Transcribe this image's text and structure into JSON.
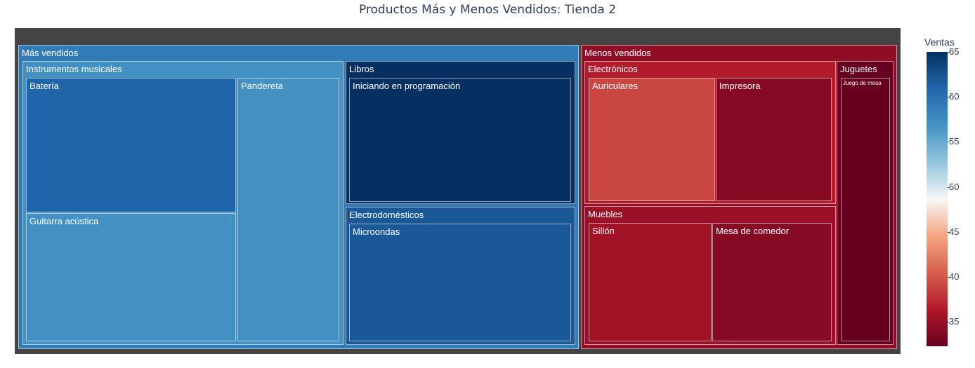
{
  "chart_data": {
    "type": "treemap",
    "title": "Productos Más y Menos Vendidos: Tienda 2",
    "colorbar": {
      "title": "Ventas",
      "min": 32.3,
      "max": 65,
      "ticks": [
        35,
        40,
        45,
        50,
        55,
        60,
        65
      ],
      "colorscale": [
        "#053061",
        "#2166ac",
        "#4393c3",
        "#92c5de",
        "#f7f7f7",
        "#f4a582",
        "#d6604d",
        "#b2182b",
        "#67001f"
      ]
    },
    "groups": [
      {
        "label": "Más vendidos",
        "color": 59,
        "children": [
          {
            "label": "Instrumentos musicales",
            "color": 57,
            "children": [
              {
                "label": "Batería",
                "value": 61,
                "color": 61
              },
              {
                "label": "Guitarra acústica",
                "value": 58,
                "color": 57
              },
              {
                "label": "Pandereta",
                "value": 57,
                "color": 57
              }
            ]
          },
          {
            "label": "Libros",
            "color": 65,
            "children": [
              {
                "label": "Iniciando en programación",
                "value": 65,
                "color": 65
              }
            ]
          },
          {
            "label": "Electrodomésticos",
            "color": 62,
            "children": [
              {
                "label": "Microondas",
                "value": 62,
                "color": 62
              }
            ]
          }
        ]
      },
      {
        "label": "Menos vendidos",
        "color": 34.5,
        "children": [
          {
            "label": "Electrónicos",
            "color": 36.5,
            "children": [
              {
                "label": "Auriculares",
                "value": 37,
                "color": 39
              },
              {
                "label": "Impresora",
                "value": 35,
                "color": 34
              }
            ]
          },
          {
            "label": "Muebles",
            "color": 35,
            "children": [
              {
                "label": "Sillón",
                "value": 35,
                "color": 35.5
              },
              {
                "label": "Mesa de comedor",
                "value": 35,
                "color": 34
              }
            ]
          },
          {
            "label": "Juguetes",
            "color": 32.3,
            "children": [
              {
                "label": "Juego de mesa",
                "value": 32,
                "color": 32.3
              }
            ]
          }
        ]
      }
    ]
  }
}
